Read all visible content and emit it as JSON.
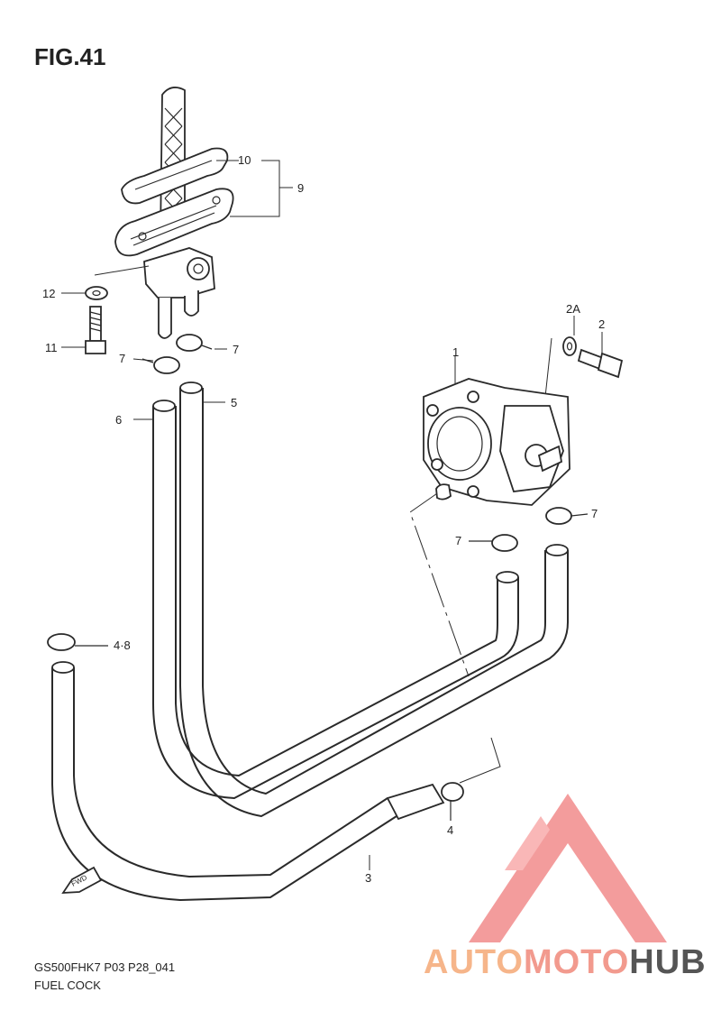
{
  "figure": {
    "title": "FIG.41"
  },
  "callouts": {
    "c1": "1",
    "c2": "2",
    "c2a": "2A",
    "c3": "3",
    "c4": "4",
    "c48": "4·8",
    "c5": "5",
    "c6": "6",
    "c7a": "7",
    "c7b": "7",
    "c7c": "7",
    "c7d": "7",
    "c9": "9",
    "c10": "10",
    "c11": "11",
    "c12": "12"
  },
  "footer": {
    "model": "GS500FHK7 P03 P28_041",
    "name": "FUEL COCK"
  },
  "direction_label": "FWD",
  "watermark": {
    "part1": "AUTO",
    "part2": "MOTO",
    "part3": "HUB",
    "colors": {
      "auto": "#f6b58a",
      "moto": "#f29a8e",
      "hub": "#555555",
      "triangle": "#f07c7c"
    }
  }
}
